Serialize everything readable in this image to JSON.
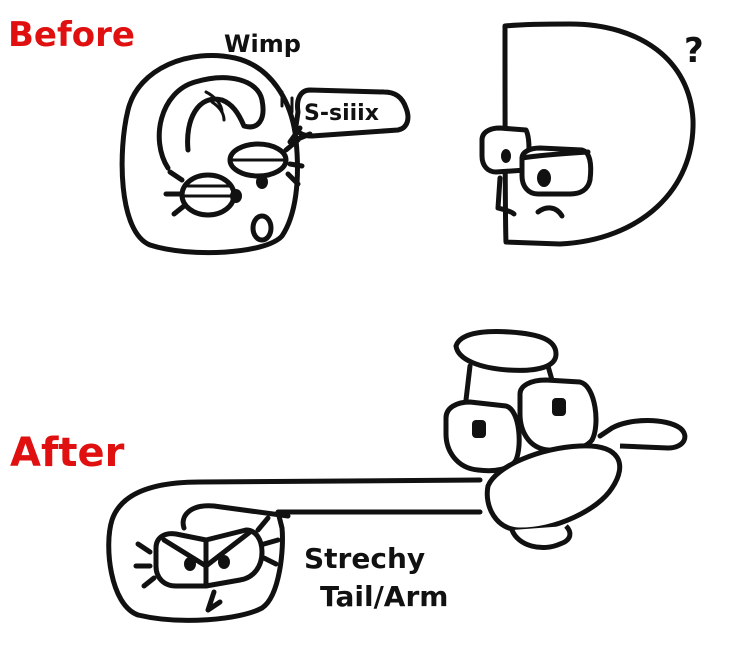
{
  "panels": {
    "before": {
      "heading": "Before",
      "captions": {
        "wimp": "Wimp",
        "speech": "S-siiix",
        "question": "?"
      }
    },
    "after": {
      "heading": "After",
      "caption_line1": "Strechy",
      "caption_line2": "Tail/Arm"
    }
  },
  "colors": {
    "heading_red": "#e01010",
    "ink": "#111111",
    "paper": "#ffffff"
  }
}
